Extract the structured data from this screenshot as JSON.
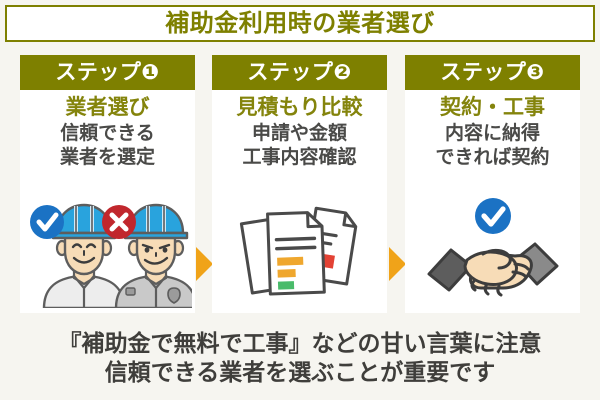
{
  "title": {
    "text": "補助金利用時の業者選び",
    "color": "#7e8000"
  },
  "colors": {
    "background": "#f6f5f0",
    "header_green": "#7e8000",
    "step_title_green": "#84840c",
    "body_gray": "#4a4a48",
    "arrow_orange": "#f0a319",
    "check_blue": "#1b72c4",
    "cross_red": "#c1272d",
    "helmet_blue": "#29a3dd",
    "skin": "#f7dcb7",
    "panel_white": "#ffffff",
    "doc_orange": "#efa72e",
    "doc_green": "#49bb6a",
    "doc_red": "#e34234"
  },
  "steps": [
    {
      "header": "ステップ❶",
      "title": "業者選び",
      "desc_lines": [
        "信頼できる",
        "業者を選定"
      ],
      "art": "two-workers-check-and-cross"
    },
    {
      "header": "ステップ❷",
      "title": "見積もり比較",
      "desc_lines": [
        "申請や金額",
        "工事内容確認"
      ],
      "art": "documents-stack"
    },
    {
      "header": "ステップ❸",
      "title": "契約・工事",
      "desc_lines": [
        "内容に納得",
        "できれば契約"
      ],
      "art": "handshake-with-check"
    }
  ],
  "arrows": {
    "arrow_1": "arrow-right-icon",
    "arrow_2": "arrow-right-icon"
  },
  "footer": {
    "line_1": "『補助金で無料で工事』などの甘い言葉に注意",
    "line_2": "信頼できる業者を選ぶことが重要です"
  }
}
